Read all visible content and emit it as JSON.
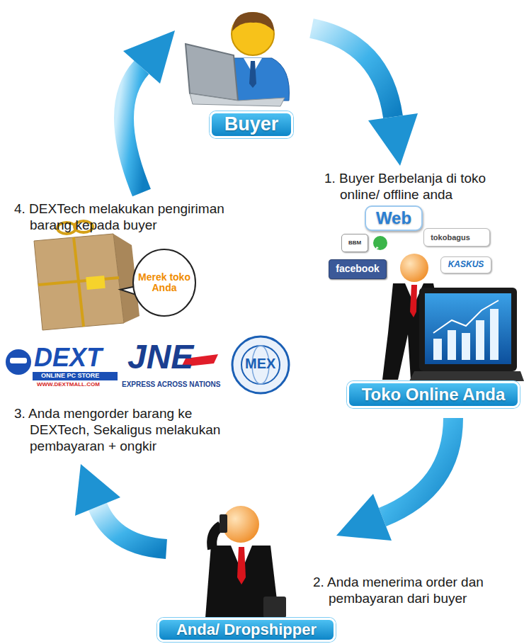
{
  "diagram": {
    "nodes": [
      {
        "text": [
          "Buyer"
        ]
      },
      {
        "text": [
          "Web"
        ]
      },
      {
        "text": [
          "BBM"
        ]
      },
      {
        "text": [
          "tokobagus"
        ]
      },
      {
        "text": [
          "KASKUS"
        ]
      },
      {
        "text": [
          "facebook"
        ]
      },
      {
        "text": [
          "Merek toko Anda"
        ]
      },
      {
        "text": [
          "Toko Online Anda"
        ]
      },
      {
        "text": [
          "Anda/ Dropshipper"
        ]
      }
    ],
    "labels": [
      "1. Buyer Berbelanja di toko online/ offline anda",
      "4. DEXTech melakukan pengiriman barang kepada buyer",
      "DEXT",
      "ONLINE PC STORE",
      "WWW.DEXTMALL.COM",
      "JNE",
      "EXPRESS ACROSS NATIONS",
      "MEX",
      "3. Anda mengorder barang ke DEXTech, Sekaligus melakukan pembayaran + ongkir",
      "2. Anda menerima order dan pembayaran dari buyer"
    ]
  }
}
